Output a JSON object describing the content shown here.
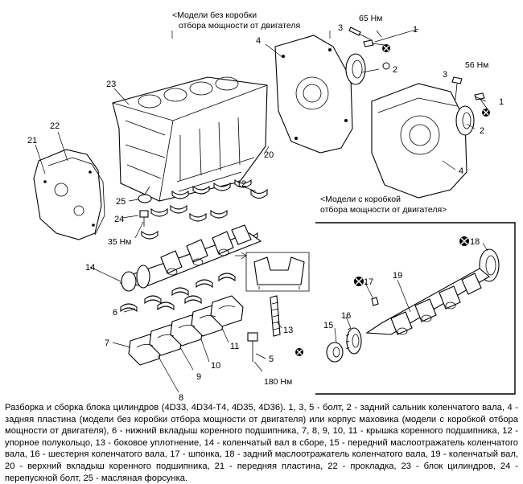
{
  "headers": {
    "top": [
      "<Модели без коробки",
      "отбора мощности от двигателя"
    ],
    "right": [
      "<Модели с коробкой",
      "отбора мощности от двигателя>"
    ]
  },
  "torques": {
    "t65": "65 Нм",
    "t56": "56 Нм",
    "t35": "35 Нм",
    "t180": "180 Нм"
  },
  "callouts": {
    "c1a": "1",
    "c1b": "1",
    "c2a": "2",
    "c2b": "2",
    "c3a": "3",
    "c3b": "3",
    "c4a": "4",
    "c4b": "4",
    "c5": "5",
    "c6": "6",
    "c7": "7",
    "c8": "8",
    "c9": "9",
    "c10": "10",
    "c11": "11",
    "c12": "12",
    "c13": "13",
    "c14": "14",
    "c15": "15",
    "c16": "16",
    "c17": "17",
    "c18": "18",
    "c19": "19",
    "c20": "20",
    "c21": "21",
    "c22": "22",
    "c23": "23",
    "c24": "24",
    "c25": "25"
  },
  "caption": "Разборка и сборка блока цилиндров (4D33, 4D34-T4, 4D35, 4D36). 1, 3, 5 - болт, 2 - задний сальник коленчатого вала, 4 - задняя пластина (модели без коробки отбора мощности от двигателя) или корпус маховика (модели с коробкой отбора мощности от двигателя), 6 - нижний вкладыш коренного подшипника, 7, 8, 9, 10, 11 - крышка коренного подшипника, 12 - упорное полукольцо, 13 - боковое уплотнение, 14 - коленчатый вал в сборе, 15 - передний маслоотражатель коленчатого вала, 16 - шестерня коленчатого вала, 17 - шпонка, 18 - задний маслоотражатель коленчатого вала, 19 - коленчатый вал, 20 - верхний вкладыш коренного подшипника, 21 - передняя пластина, 22 - прокладка, 23 - блок цилиндров, 24 - перепускной болт, 25 - масляная форсунка."
}
